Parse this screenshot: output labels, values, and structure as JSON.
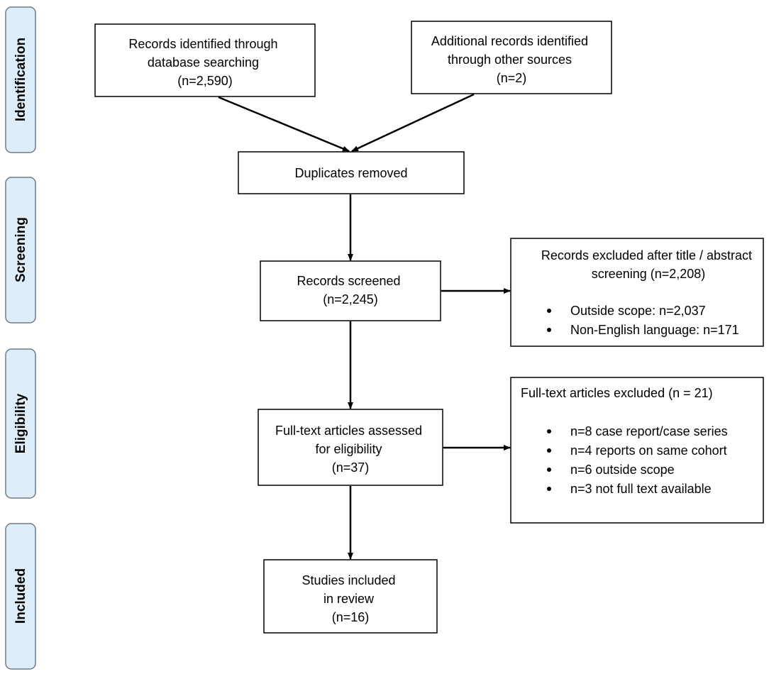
{
  "stages": [
    {
      "id": "identification",
      "label": "Identification"
    },
    {
      "id": "screening",
      "label": "Screening"
    },
    {
      "id": "eligibility",
      "label": "Eligibility"
    },
    {
      "id": "included",
      "label": "Included"
    }
  ],
  "boxes": {
    "database": {
      "lines": [
        "Records identified through",
        "database searching",
        "(n=2,590)"
      ]
    },
    "other_sources": {
      "lines": [
        "Additional records identified",
        "through other sources",
        "(n=2)"
      ]
    },
    "duplicates": {
      "lines": [
        "Duplicates removed"
      ]
    },
    "screened": {
      "lines": [
        "Records screened",
        "(n=2,245)"
      ]
    },
    "excluded_screening": {
      "heading": [
        "Records excluded after title / abstract",
        "screening (n=2,208)"
      ],
      "bullets": [
        "Outside scope: n=2,037",
        "Non-English language: n=171"
      ]
    },
    "fulltext": {
      "lines": [
        "Full-text articles assessed",
        "for eligibility",
        "(n=37)"
      ]
    },
    "excluded_fulltext": {
      "heading": [
        "Full-text articles excluded (n = 21)"
      ],
      "bullets": [
        "n=8 case report/case series",
        "n=4 reports on same cohort",
        "n=6 outside scope",
        "n=3 not full text available"
      ]
    },
    "included": {
      "lines": [
        "Studies included",
        "in review",
        "(n=16)"
      ]
    }
  }
}
